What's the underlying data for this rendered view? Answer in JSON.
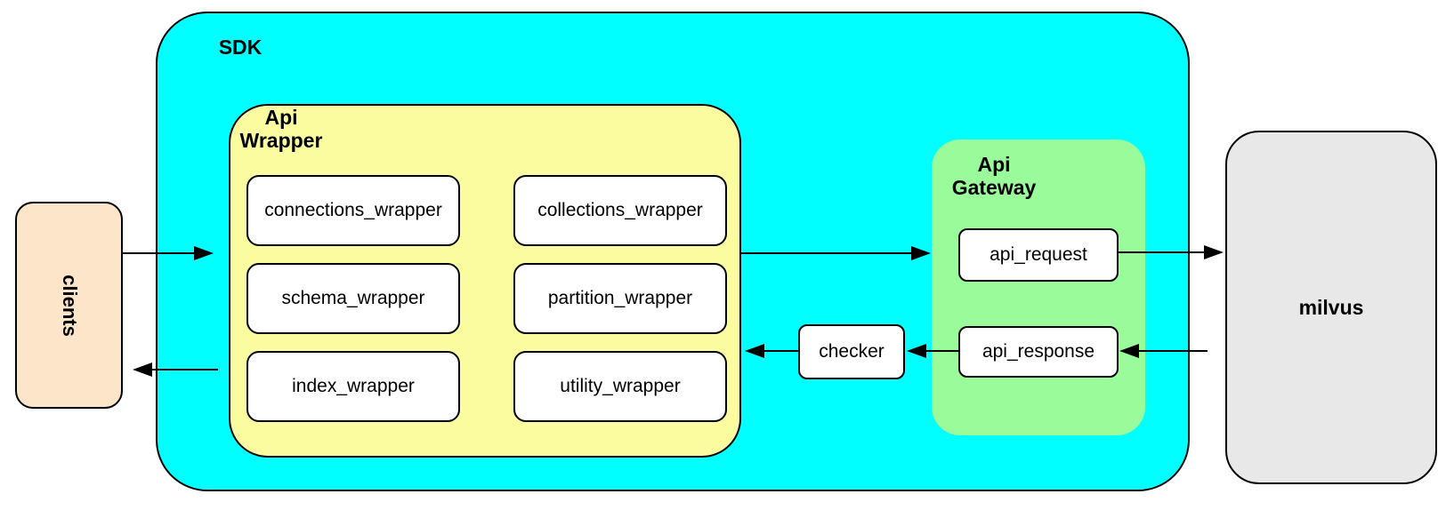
{
  "diagram": {
    "type": "architecture-diagram",
    "colors": {
      "sdk_fill": "#00FFFF",
      "api_wrapper_fill": "#FAFC9F",
      "api_gateway_fill": "#9AFB9A",
      "clients_fill": "#FCE5C8",
      "milvus_fill": "#E8E8E8",
      "node_fill": "#FFFFFF",
      "stroke": "#000000"
    },
    "nodes": {
      "clients": {
        "label": "clients"
      },
      "sdk": {
        "label": "SDK"
      },
      "api_wrapper": {
        "label": "Api\nWrapper",
        "boxes": [
          "connections_wrapper",
          "collections_wrapper",
          "schema_wrapper",
          "partition_wrapper",
          "index_wrapper",
          "utility_wrapper"
        ]
      },
      "checker": {
        "label": "checker"
      },
      "api_gateway": {
        "label": "Api\nGateway",
        "boxes": [
          "api_request",
          "api_response"
        ]
      },
      "milvus": {
        "label": "milvus"
      }
    },
    "edges": [
      {
        "from": "clients",
        "to": "sdk"
      },
      {
        "from": "api_wrapper",
        "to": "api_gateway"
      },
      {
        "from": "api_request",
        "to": "milvus"
      },
      {
        "from": "milvus",
        "to": "api_response"
      },
      {
        "from": "api_response",
        "to": "checker"
      },
      {
        "from": "checker",
        "to": "api_wrapper"
      },
      {
        "from": "api_wrapper",
        "to": "clients"
      }
    ]
  }
}
